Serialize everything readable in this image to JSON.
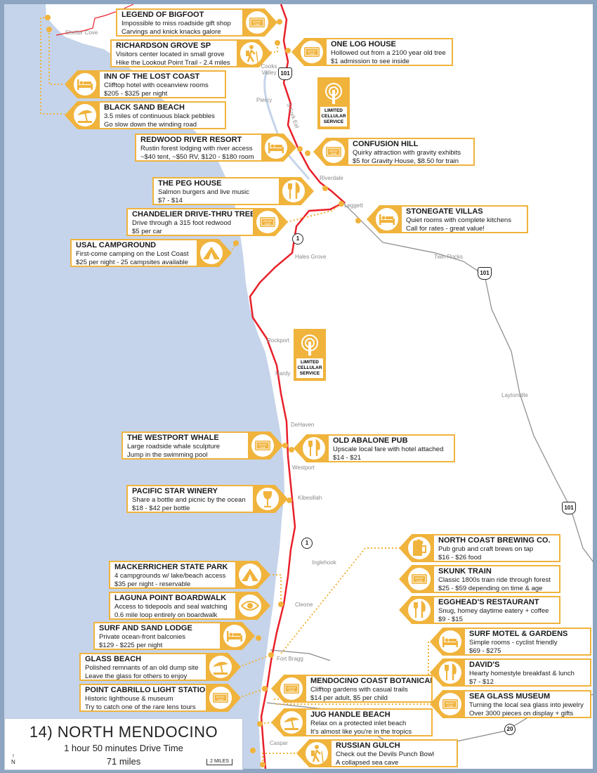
{
  "title": {
    "heading": "14) NORTH MENDOCINO",
    "drive_time": "1 hour 50 minutes Drive Time",
    "distance": "71 miles",
    "north_label": "N",
    "scale_label": "2 MILES"
  },
  "cell_notice": "LIMITED CELLULAR SERVICE",
  "colors": {
    "accent": "#f0b33c",
    "highway": "#e8202a",
    "ocean": "#c5d4ea",
    "frame": "#8da5c0",
    "road": "#8a8a8a"
  },
  "towns": [
    "Shelter Cove",
    "Cooks Valley",
    "Piercy",
    "S Fork Eel",
    "Riverdale",
    "Leggett",
    "Hales Grove",
    "Twin Rocks",
    "Rockport",
    "Hardy",
    "Laytonville",
    "DeHaven",
    "Westport",
    "Kibesillah",
    "Inglehook",
    "Cleone",
    "Fort Bragg",
    "Caspar"
  ],
  "highways": [
    "101",
    "101",
    "101",
    "1",
    "1",
    "20"
  ],
  "locations": [
    {
      "title": "LEGEND OF BIGFOOT",
      "lines": [
        "Impossible to miss roadside gift shop",
        "Carvings and knick knacks galore"
      ],
      "icon": "ticket"
    },
    {
      "title": "RICHARDSON GROVE SP",
      "lines": [
        "Visitors center located in small grove",
        "Hike the Lookout Point Trail - 2.4 miles"
      ],
      "icon": "hiker"
    },
    {
      "title": "ONE LOG HOUSE",
      "lines": [
        "Hollowed out from a 2100 year old tree",
        "$1 admission to see inside"
      ],
      "icon": "ticket"
    },
    {
      "title": "INN OF THE LOST COAST",
      "lines": [
        "Clifftop hotel with oceanview rooms",
        "$205 - $325 per night"
      ],
      "icon": "bed"
    },
    {
      "title": "BLACK SAND BEACH",
      "lines": [
        "3.5 miles of continuous black pebbles",
        "Go slow down the winding road"
      ],
      "icon": "umbrella"
    },
    {
      "title": "REDWOOD RIVER RESORT",
      "lines": [
        "Rustin forest lodging with river access",
        "~$40 tent, ~$50 RV, $120 - $180 room"
      ],
      "icon": "bed"
    },
    {
      "title": "CONFUSION HILL",
      "lines": [
        "Quirky attraction with gravity exhibits",
        "$5 for Gravity House, $8.50 for train"
      ],
      "icon": "ticket"
    },
    {
      "title": "THE PEG HOUSE",
      "lines": [
        "Salmon burgers and live music",
        "$7 - $14"
      ],
      "icon": "food"
    },
    {
      "title": "CHANDELIER DRIVE-THRU TREE",
      "lines": [
        "Drive through a 315 foot redwood",
        "$5 per car"
      ],
      "icon": "ticket"
    },
    {
      "title": "STONEGATE VILLAS",
      "lines": [
        "Quiet rooms with complete kitchens",
        "Call for rates - great value!"
      ],
      "icon": "bed"
    },
    {
      "title": "USAL CAMPGROUND",
      "lines": [
        "First-come camping on the Lost Coast",
        "$25 per night - 25 campsites available"
      ],
      "icon": "tent"
    },
    {
      "title": "THE WESTPORT WHALE",
      "lines": [
        "Large roadside whale sculpture",
        "Jump in the swimming pool"
      ],
      "icon": "ticket"
    },
    {
      "title": "OLD ABALONE PUB",
      "lines": [
        "Upscale local fare with hotel attached",
        "$14 - $21"
      ],
      "icon": "food"
    },
    {
      "title": "PACIFIC STAR WINERY",
      "lines": [
        "Share a bottle and picnic by the ocean",
        "$18 - $42 per bottle"
      ],
      "icon": "wine"
    },
    {
      "title": "NORTH COAST BREWING CO.",
      "lines": [
        "Pub grub and craft brews on tap",
        "$16 - $26 food"
      ],
      "icon": "beer"
    },
    {
      "title": "SKUNK TRAIN",
      "lines": [
        "Classic 1800s train ride through forest",
        "$25 - $59 depending on time & age"
      ],
      "icon": "ticket"
    },
    {
      "title": "EGGHEAD'S RESTAURANT",
      "lines": [
        "Snug, homey daytime eatery + coffee",
        "$9 - $15"
      ],
      "icon": "food"
    },
    {
      "title": "MACKERRICHER STATE PARK",
      "lines": [
        "4 campgrounds w/ lake/beach access",
        "$35 per night - reservable"
      ],
      "icon": "tent"
    },
    {
      "title": "LAGUNA POINT BOARDWALK",
      "lines": [
        "Access to tidepools and seal watching",
        "0.6 mile loop entirely on boardwalk"
      ],
      "icon": "eye"
    },
    {
      "title": "SURF AND SAND LODGE",
      "lines": [
        "Private ocean-front balconies",
        "$129 - $225 per night"
      ],
      "icon": "bed"
    },
    {
      "title": "SURF MOTEL & GARDENS",
      "lines": [
        "Simple rooms - cyclist friendly",
        "$69 - $275"
      ],
      "icon": "bed"
    },
    {
      "title": "DAVID'S",
      "lines": [
        "Hearty homestyle breakfast & lunch",
        "$7 - $12"
      ],
      "icon": "food"
    },
    {
      "title": "GLASS BEACH",
      "lines": [
        "Polished remnants of an old dump site",
        "Leave the glass for others to enjoy"
      ],
      "icon": "umbrella"
    },
    {
      "title": "MENDOCINO COAST BOTANICAL",
      "lines": [
        "Clifftop gardens with casual trails",
        "$14 per adult, $5 per child"
      ],
      "icon": "ticket"
    },
    {
      "title": "SEA GLASS MUSEUM",
      "lines": [
        "Turning the local sea glass into jewelry",
        "Over 3000 pieces on display + gifts"
      ],
      "icon": "ticket"
    },
    {
      "title": "POINT CABRILLO LIGHT STATION",
      "lines": [
        "Historic lighthouse & museum",
        "Try to catch one of the rare lens tours"
      ],
      "icon": "ticket"
    },
    {
      "title": "JUG HANDLE BEACH",
      "lines": [
        "Relax on a protected inlet beach",
        "It's almost like you're in the tropics"
      ],
      "icon": "umbrella"
    },
    {
      "title": "RUSSIAN GULCH",
      "lines": [
        "Check out the Devils Punch Bowl",
        "A collapsed sea cave"
      ],
      "icon": "hiker"
    }
  ]
}
